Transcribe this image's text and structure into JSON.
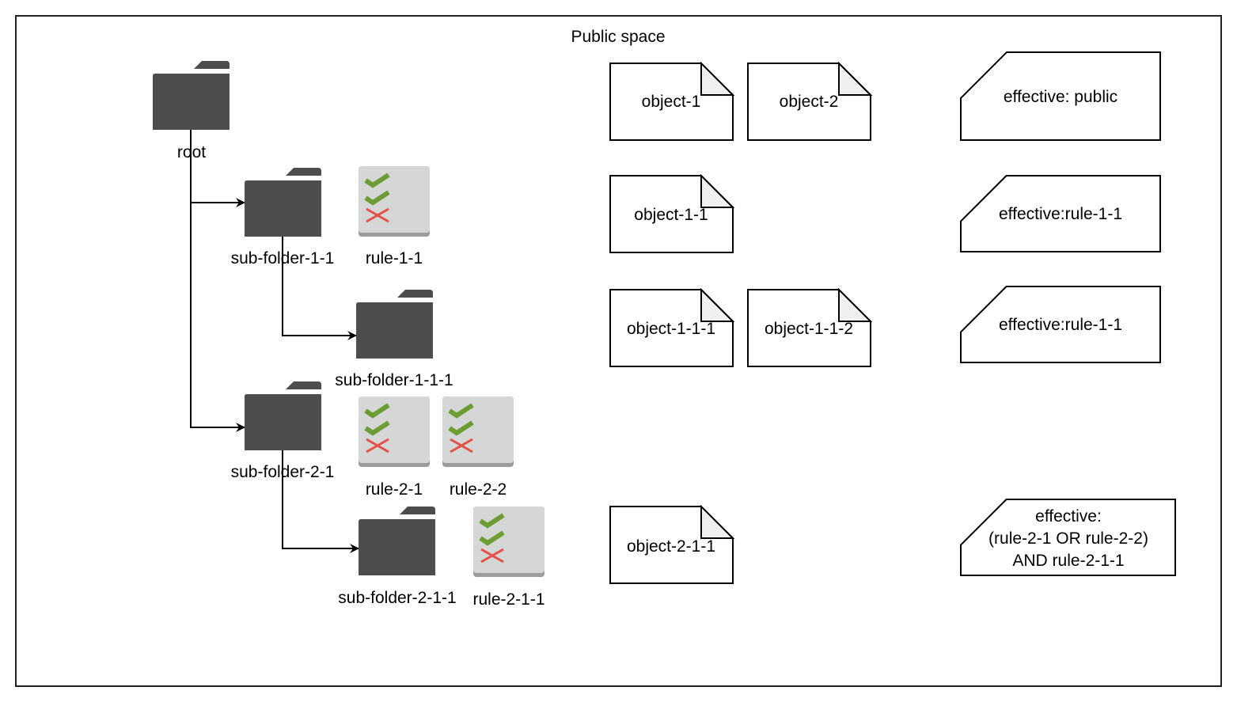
{
  "title": "Public space",
  "folders": [
    {
      "id": "root",
      "label": "root"
    },
    {
      "id": "sub-folder-1-1",
      "label": "sub-folder-1-1"
    },
    {
      "id": "sub-folder-1-1-1",
      "label": "sub-folder-1-1-1"
    },
    {
      "id": "sub-folder-2-1",
      "label": "sub-folder-2-1"
    },
    {
      "id": "sub-folder-2-1-1",
      "label": "sub-folder-2-1-1"
    }
  ],
  "rules": [
    {
      "id": "rule-1-1",
      "label": "rule-1-1",
      "folder": "sub-folder-1-1"
    },
    {
      "id": "rule-2-1",
      "label": "rule-2-1",
      "folder": "sub-folder-2-1"
    },
    {
      "id": "rule-2-2",
      "label": "rule-2-2",
      "folder": "sub-folder-2-1"
    },
    {
      "id": "rule-2-1-1",
      "label": "rule-2-1-1",
      "folder": "sub-folder-2-1-1"
    }
  ],
  "edges": [
    {
      "from": "root",
      "to": "sub-folder-1-1"
    },
    {
      "from": "root",
      "to": "sub-folder-2-1"
    },
    {
      "from": "sub-folder-1-1",
      "to": "sub-folder-1-1-1"
    },
    {
      "from": "sub-folder-2-1",
      "to": "sub-folder-2-1-1"
    }
  ],
  "objects": [
    {
      "label": "object-1"
    },
    {
      "label": "object-2"
    },
    {
      "label": "object-1-1"
    },
    {
      "label": "object-1-1-1"
    },
    {
      "label": "object-1-1-2"
    },
    {
      "label": "object-2-1-1"
    }
  ],
  "effective": [
    {
      "lines": [
        "effective: public"
      ]
    },
    {
      "lines": [
        "effective:rule-1-1"
      ]
    },
    {
      "lines": [
        "effective:rule-1-1"
      ]
    },
    {
      "lines": [
        "effective:",
        "(rule-2-1 OR rule-2-2)",
        "AND rule-2-1-1"
      ]
    }
  ],
  "colors": {
    "folder": "#4d4d4d",
    "rule_bg": "#d5d6d6",
    "rule_shadow": "#9c9c9c",
    "check": "#6d9c34",
    "cross": "#e4514a",
    "fold": "#f0f0f0",
    "stroke": "#000000"
  }
}
